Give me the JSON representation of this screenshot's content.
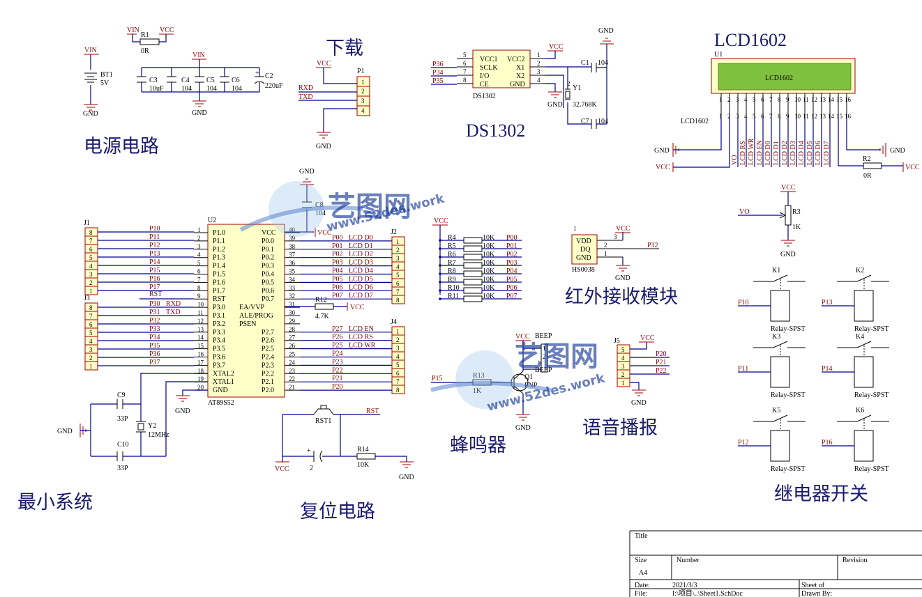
{
  "section_titles": {
    "power": "电源电路",
    "download": "下载",
    "rtc": "DS1302",
    "lcd": "LCD1602",
    "min_system": "最小系统",
    "reset": "复位电路",
    "infrared": "红外接收模块",
    "buzzer": "蜂鸣器",
    "voice": "语音播报",
    "relay": "继电器开关"
  },
  "watermark": {
    "logo": "艺图网",
    "url": "www.52des.work"
  },
  "power": {
    "vin": "VIN",
    "vcc": "VCC",
    "gnd": "GND",
    "r1": "R1",
    "r1_val": "0R",
    "bt1": "BT1",
    "bt1_val": "5V",
    "caps": [
      {
        "ref": "C3",
        "val": "10uF"
      },
      {
        "ref": "C4",
        "val": "104"
      },
      {
        "ref": "C5",
        "val": "104"
      },
      {
        "ref": "C6",
        "val": "104"
      },
      {
        "ref": "C2",
        "val": "220uF"
      }
    ]
  },
  "download": {
    "ref": "P1",
    "vcc": "VCC",
    "gnd": "GND",
    "rxd": "RXD",
    "txd": "TXD",
    "pins": [
      "1",
      "2",
      "3",
      "4"
    ]
  },
  "rtc": {
    "chip": "DS1302",
    "left_pins": [
      {
        "num": "5",
        "name": "VCC1"
      },
      {
        "num": "6",
        "name": "SCLK",
        "net": "P36"
      },
      {
        "num": "7",
        "name": "I/O",
        "net": "P34"
      },
      {
        "num": "8",
        "name": "CE",
        "net": "P35"
      }
    ],
    "right_pins": [
      {
        "num": "1",
        "name": "VCC2"
      },
      {
        "num": "2",
        "name": "X1"
      },
      {
        "num": "3",
        "name": "X2"
      },
      {
        "num": "4",
        "name": "GND"
      }
    ],
    "vcc": "VCC",
    "gnd": "GND",
    "c1": "C1",
    "c1_val": "104",
    "c7": "C7",
    "c7_val": "104",
    "y1": "Y1",
    "y1_val": "32.768K",
    "y1_pins": [
      "1",
      "2"
    ]
  },
  "lcd": {
    "ref": "U1",
    "screen": "LCD1602",
    "label": "LCD1602",
    "pins": [
      "1",
      "2",
      "3",
      "4",
      "5",
      "6",
      "7",
      "8",
      "9",
      "10",
      "11",
      "12",
      "13",
      "14",
      "15",
      "16"
    ],
    "nets": [
      "VO",
      "LCD RS",
      "LCD WR",
      "LCD EN",
      "LCD D0",
      "LCD D1",
      "LCD D2",
      "LCD D3",
      "LCD D4",
      "LCD D5",
      "LCD D6",
      "LCD D7"
    ],
    "gnd": "GND",
    "vcc": "VCC",
    "r2": "R2",
    "r2_val": "0R",
    "r3": "R3",
    "r3_val": "1K",
    "vo": "VO"
  },
  "mcu": {
    "ref": "U2",
    "part": "AT89S52",
    "left_pins": [
      {
        "num": "1",
        "name": "P1.0"
      },
      {
        "num": "2",
        "name": "P1.1"
      },
      {
        "num": "3",
        "name": "P1.2"
      },
      {
        "num": "4",
        "name": "P1.3"
      },
      {
        "num": "5",
        "name": "P1.4"
      },
      {
        "num": "6",
        "name": "P1.5"
      },
      {
        "num": "7",
        "name": "P1.6"
      },
      {
        "num": "8",
        "name": "P1.7"
      },
      {
        "num": "9",
        "name": "RST"
      },
      {
        "num": "10",
        "name": "P3.0"
      },
      {
        "num": "11",
        "name": "P3.1"
      },
      {
        "num": "12",
        "name": "P3.2"
      },
      {
        "num": "13",
        "name": "P3.3"
      },
      {
        "num": "14",
        "name": "P3.4"
      },
      {
        "num": "15",
        "name": "P3.5"
      },
      {
        "num": "16",
        "name": "P3.6"
      },
      {
        "num": "17",
        "name": "P3.7"
      },
      {
        "num": "18",
        "name": "XTAL2"
      },
      {
        "num": "19",
        "name": "XTAL1"
      },
      {
        "num": "20",
        "name": "GND"
      }
    ],
    "right_pins": [
      {
        "num": "40",
        "name": "VCC"
      },
      {
        "num": "39",
        "name": "P0.0"
      },
      {
        "num": "38",
        "name": "P0.1"
      },
      {
        "num": "37",
        "name": "P0.2"
      },
      {
        "num": "36",
        "name": "P0.3"
      },
      {
        "num": "35",
        "name": "P0.4"
      },
      {
        "num": "34",
        "name": "P0.5"
      },
      {
        "num": "33",
        "name": "P0.6"
      },
      {
        "num": "32",
        "name": "P0.7"
      },
      {
        "num": "31",
        "name": "EA/VVP"
      },
      {
        "num": "30",
        "name": "ALE/PROG"
      },
      {
        "num": "29",
        "name": "PSEN"
      },
      {
        "num": "28",
        "name": "P2.7"
      },
      {
        "num": "27",
        "name": "P2.6"
      },
      {
        "num": "26",
        "name": "P2.5"
      },
      {
        "num": "25",
        "name": "P2.4"
      },
      {
        "num": "24",
        "name": "P2.3"
      },
      {
        "num": "23",
        "name": "P2.2"
      },
      {
        "num": "22",
        "name": "P2.1"
      },
      {
        "num": "21",
        "name": "P2.0"
      }
    ],
    "left_nets": [
      "P10",
      "P11",
      "P12",
      "P13",
      "P14",
      "P15",
      "P16",
      "P17",
      "RST",
      "P30",
      "P31",
      "P32",
      "P33",
      "P34",
      "P35",
      "P36",
      "P37"
    ],
    "rxd": "RXD",
    "txd": "TXD",
    "right_nets": [
      "P00",
      "P01",
      "P02",
      "P03",
      "P04",
      "P05",
      "P06",
      "P07"
    ],
    "right_lcd": [
      "LCD D0",
      "LCD D1",
      "LCD D2",
      "LCD D3",
      "LCD D4",
      "LCD D5",
      "LCD D6",
      "LCD D7"
    ],
    "p2_nets": [
      "P27",
      "P26",
      "P25",
      "P24",
      "P23",
      "P22",
      "P21",
      "P20"
    ],
    "p2_lcd": [
      "LCD EN",
      "LCD RS",
      "LCD WR"
    ],
    "c8": "C8",
    "c8_val": "104",
    "r12": "R12",
    "r12_val": "4.7K",
    "c9": "C9",
    "c9_val": "33P",
    "c10": "C10",
    "c10_val": "33P",
    "y2": "Y2",
    "y2_val": "12MHz",
    "y2_pins": [
      "1",
      "2"
    ],
    "vcc": "VCC",
    "gnd": "GND"
  },
  "headers": {
    "j1": "J1",
    "j2": "J2",
    "j3": "J3",
    "j4": "J4",
    "j_desc": [
      "8",
      "7",
      "6",
      "5",
      "4",
      "3",
      "2",
      "1"
    ],
    "j_asc": [
      "1",
      "2",
      "3",
      "4",
      "5",
      "6",
      "7",
      "8"
    ]
  },
  "pullups": {
    "vcc": "VCC",
    "items": [
      {
        "ref": "R4",
        "val": "10K",
        "net": "P00"
      },
      {
        "ref": "R5",
        "val": "10K",
        "net": "P01"
      },
      {
        "ref": "R6",
        "val": "10K",
        "net": "P02"
      },
      {
        "ref": "R7",
        "val": "10K",
        "net": "P03"
      },
      {
        "ref": "R8",
        "val": "10K",
        "net": "P04"
      },
      {
        "ref": "R9",
        "val": "10K",
        "net": "P05"
      },
      {
        "ref": "R10",
        "val": "10K",
        "net": "P06"
      },
      {
        "ref": "R11",
        "val": "10K",
        "net": "P07"
      }
    ]
  },
  "reset": {
    "sw": "RST1",
    "net": "RST",
    "cap_val": "2",
    "r14": "R14",
    "r14_val": "10K",
    "vcc": "VCC",
    "gnd": "GND"
  },
  "infrared": {
    "ref": "HS0038",
    "pin_top": "1",
    "pins": [
      {
        "num": "3",
        "name": "VDD"
      },
      {
        "num": "2",
        "name": "DQ"
      },
      {
        "num": "1",
        "name": "GND"
      }
    ],
    "vcc": "VCC",
    "gnd": "GND",
    "net": "P32"
  },
  "buzzer": {
    "net": "P15",
    "r13": "R13",
    "r13_val": "1K",
    "q1": "Q1",
    "q1_type": "PNP",
    "beep": "BEEP",
    "vcc": "VCC",
    "gnd": "GND",
    "b_pins": [
      "1",
      "2"
    ]
  },
  "voice": {
    "ref": "J5",
    "pins": [
      "5",
      "4",
      "3",
      "2",
      "1"
    ],
    "nets": [
      "P20",
      "P21",
      "P22"
    ],
    "vcc": "VCC",
    "gnd": "GND"
  },
  "relays": [
    {
      "ref": "K1",
      "net": "P10",
      "type": "Relay-SPST"
    },
    {
      "ref": "K2",
      "net": "P13",
      "type": "Relay-SPST"
    },
    {
      "ref": "K3",
      "net": "P11",
      "type": "Relay-SPST"
    },
    {
      "ref": "K4",
      "net": "P14",
      "type": "Relay-SPST"
    },
    {
      "ref": "K5",
      "net": "P12",
      "type": "Relay-SPST"
    },
    {
      "ref": "K6",
      "net": "P16",
      "type": "Relay-SPST"
    }
  ],
  "title_block": {
    "title_label": "Title",
    "size_label": "Size",
    "size_val": "A4",
    "number_label": "Number",
    "revision_label": "Revision",
    "date_label": "Date:",
    "date_val": "2021/3/3",
    "file_label": "File:",
    "file_val": "I:\\项目\\..\\Sheet1.SchDoc",
    "sheet_label": "Sheet    of",
    "drawn_label": "Drawn By:"
  }
}
